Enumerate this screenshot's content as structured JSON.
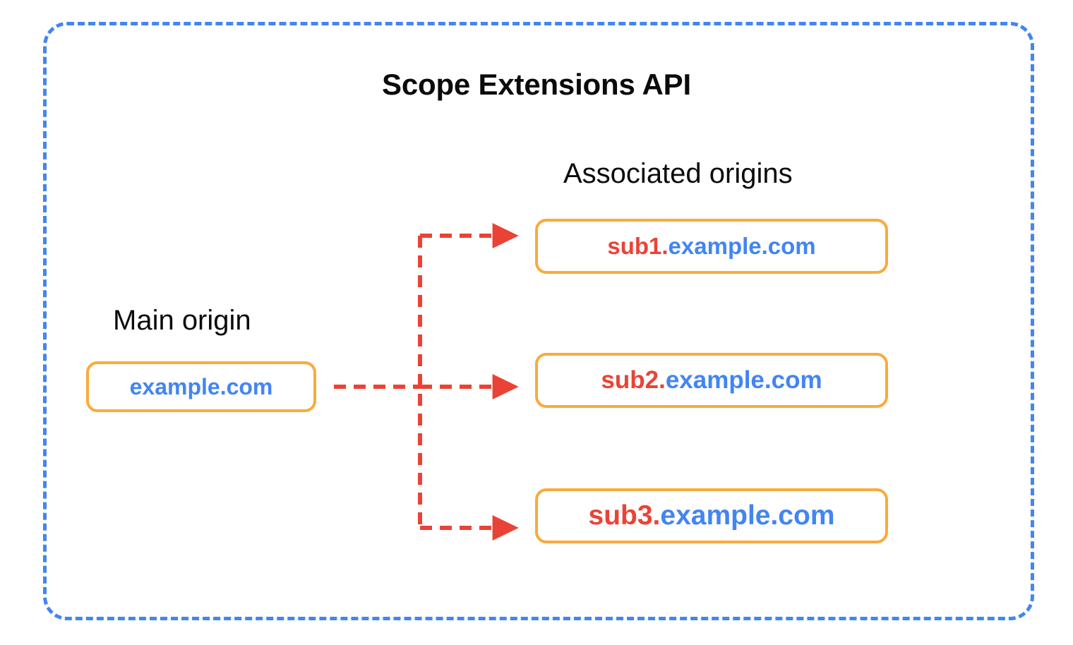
{
  "diagram": {
    "title": "Scope Extensions API",
    "frame": {
      "style": "dashed-rounded-rectangle",
      "color": "#4285F4"
    },
    "colors": {
      "frame_blue": "#4285F4",
      "box_orange": "#F9AB3C",
      "arrow_red": "#EA4335",
      "subdomain_red": "#EA4335",
      "domain_blue": "#4285F4",
      "text_black": "#0B0B0B",
      "background": "#FFFFFF"
    },
    "main_origin": {
      "label": "Main origin",
      "box": {
        "sub": "",
        "domain": "example.com",
        "full": "example.com"
      }
    },
    "associated_origins": {
      "label": "Associated origins",
      "boxes": [
        {
          "sub": "sub1.",
          "domain": "example.com",
          "full": "sub1.example.com"
        },
        {
          "sub": "sub2.",
          "domain": "example.com",
          "full": "sub2.example.com"
        },
        {
          "sub": "sub3.",
          "domain": "example.com",
          "full": "sub3.example.com"
        }
      ]
    },
    "connectors": {
      "style": "dashed-arrow",
      "color": "#EA4335",
      "description": "Main origin branches to three associated origins"
    }
  }
}
